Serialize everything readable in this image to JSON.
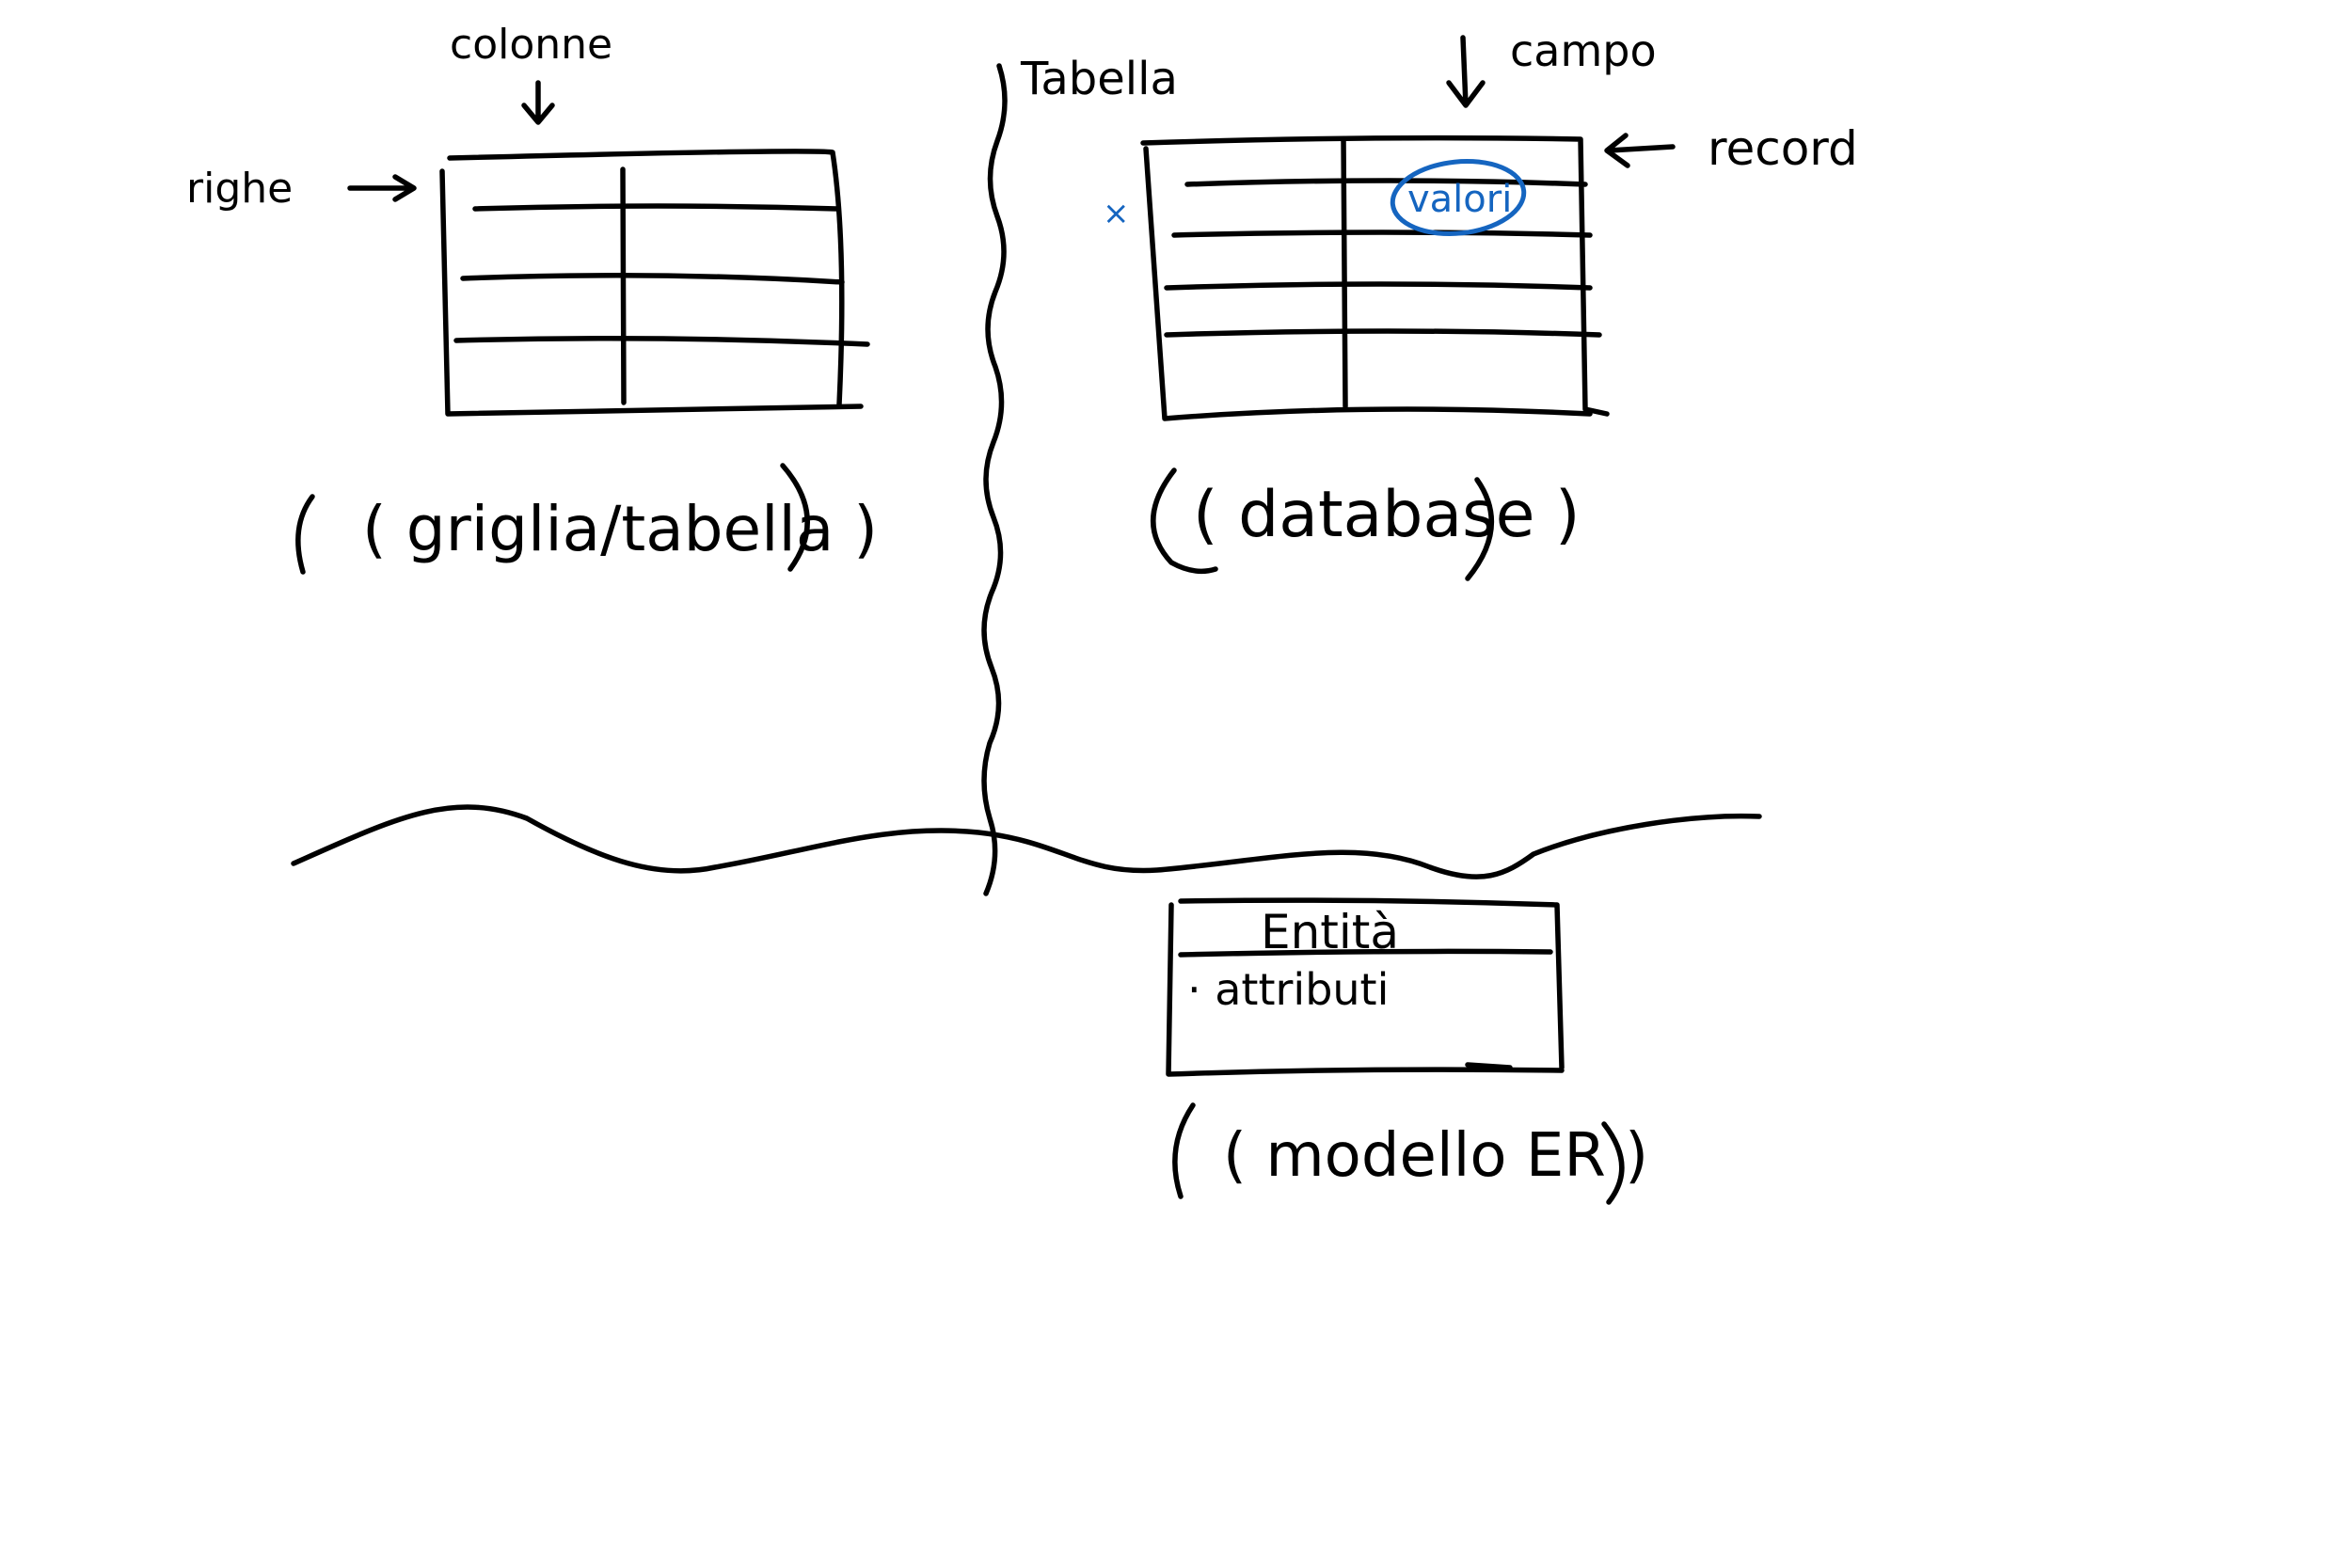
{
  "grid_section": {
    "columns_label": "colonne",
    "rows_label": "righe",
    "caption": "( griglia/tabella )"
  },
  "database_section": {
    "table_label": "Tabella",
    "field_label": "campo",
    "record_label": "record",
    "values_label": "valori",
    "marker_label": "×",
    "caption": "( database )"
  },
  "er_section": {
    "entity_label": "Entità",
    "attributes_label": "· attributi",
    "caption": "( modello ER )"
  },
  "colors": {
    "ink": "#000000",
    "highlight": "#1565c0"
  }
}
